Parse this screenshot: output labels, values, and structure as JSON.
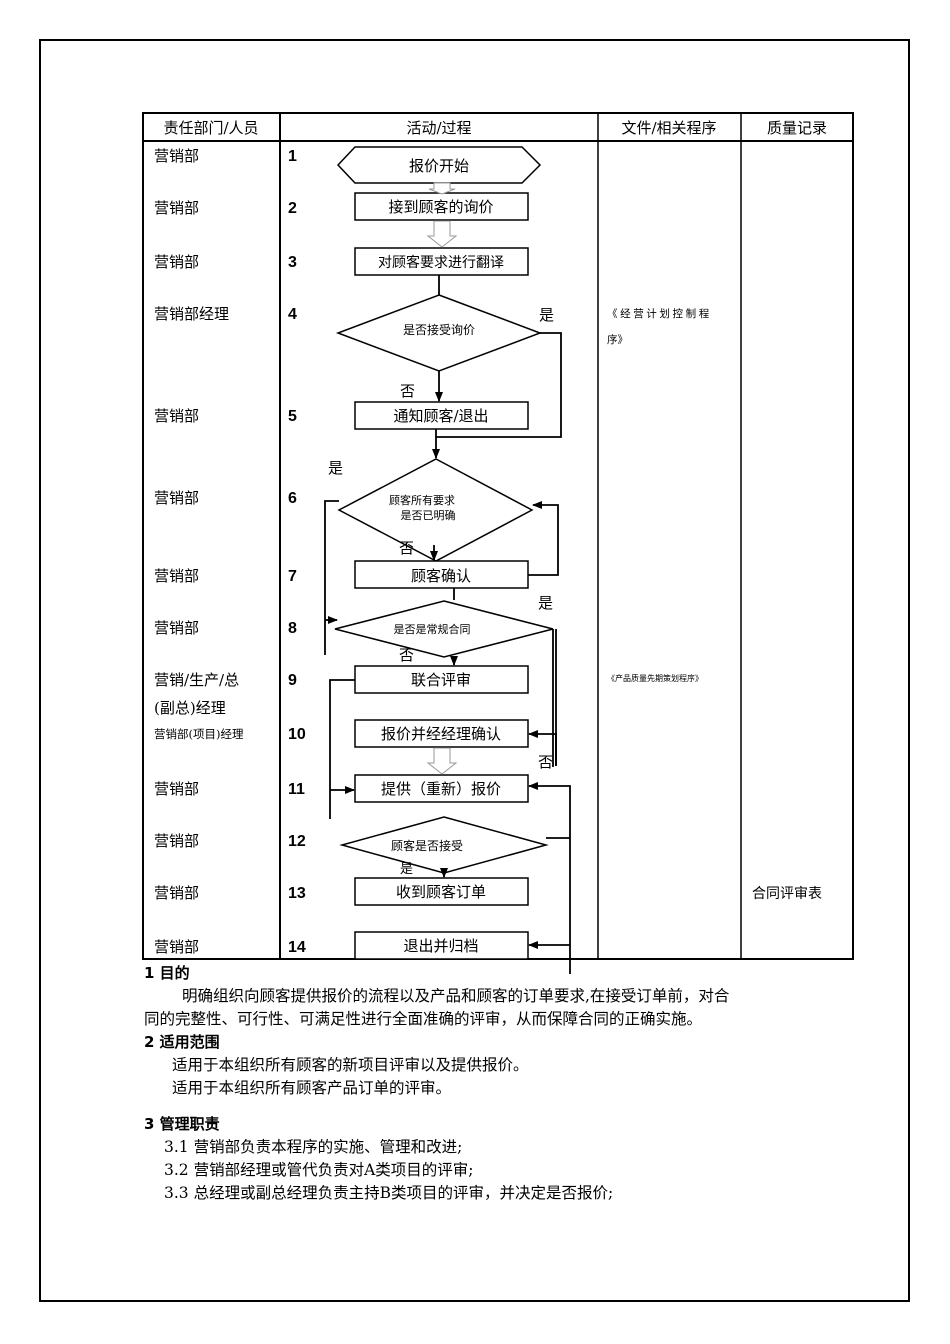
{
  "table": {
    "headers": [
      "责任部门/人员",
      "活动/过程",
      "文件/相关程序",
      "质量记录"
    ],
    "rows": [
      {
        "dept": "营销部",
        "num": "1",
        "activity": "报价开始"
      },
      {
        "dept": "营销部",
        "num": "2",
        "activity": "接到顾客的询价"
      },
      {
        "dept": "营销部",
        "num": "3",
        "activity": "对顾客要求进行翻译"
      },
      {
        "dept": "营销部经理",
        "num": "4",
        "activity": "是否接受询价"
      },
      {
        "dept": "营销部",
        "num": "5",
        "activity": "通知顾客/退出"
      },
      {
        "dept": "营销部",
        "num": "6",
        "activity_line1": "顾客所有要求",
        "activity_line2": "是否已明确"
      },
      {
        "dept": "营销部",
        "num": "7",
        "activity": "顾客确认"
      },
      {
        "dept": "营销部",
        "num": "8",
        "activity": "是否是常规合同"
      },
      {
        "dept_line1": "营销/生产/总",
        "dept_line2": "(副总)经理",
        "num": "9",
        "activity": "联合评审"
      },
      {
        "dept": "营销部(项目)经理",
        "num": "10",
        "activity": "报价并经经理确认"
      },
      {
        "dept": "营销部",
        "num": "11",
        "activity": "提供（重新）报价"
      },
      {
        "dept": "营销部",
        "num": "12",
        "activity": "顾客是否接受"
      },
      {
        "dept": "营销部",
        "num": "13",
        "activity": "收到顾客订单"
      },
      {
        "dept": "营销部",
        "num": "14",
        "activity": "退出并归档"
      }
    ],
    "doc1_line1": "《经营计划控制程",
    "doc1_line2": "序》",
    "doc2": "《产品质量先期策划程序》",
    "record13": "合同评审表",
    "labels": {
      "d4_yes": "是",
      "d4_no": "否",
      "d6_yes": "是",
      "d6_no": "否",
      "d8_yes": "是",
      "d8_no": "否",
      "d10_no": "否",
      "d12_yes": "是"
    }
  },
  "sections": {
    "s1_title": "1 目的",
    "s1_p1": "明确组织向顾客提供报价的流程以及产品和顾客的订单要求,在接受订单前，对合",
    "s1_p2": "同的完整性、可行性、可满足性进行全面准确的评审，从而保障合同的正确实施。",
    "s2_title": "2 适用范围",
    "s2_p1": "适用于本组织所有顾客的新项目评审以及提供报价。",
    "s2_p2": "适用于本组织所有顾客产品订单的评审。",
    "s3_title": "3 管理职责",
    "s3_p1": "3.1 营销部负责本程序的实施、管理和改进;",
    "s3_p2": "3.2 营销部经理或管代负责对A类项目的评审;",
    "s3_p3": "3.3 总经理或副总经理负责主持B类项目的评审，并决定是否报价;"
  }
}
